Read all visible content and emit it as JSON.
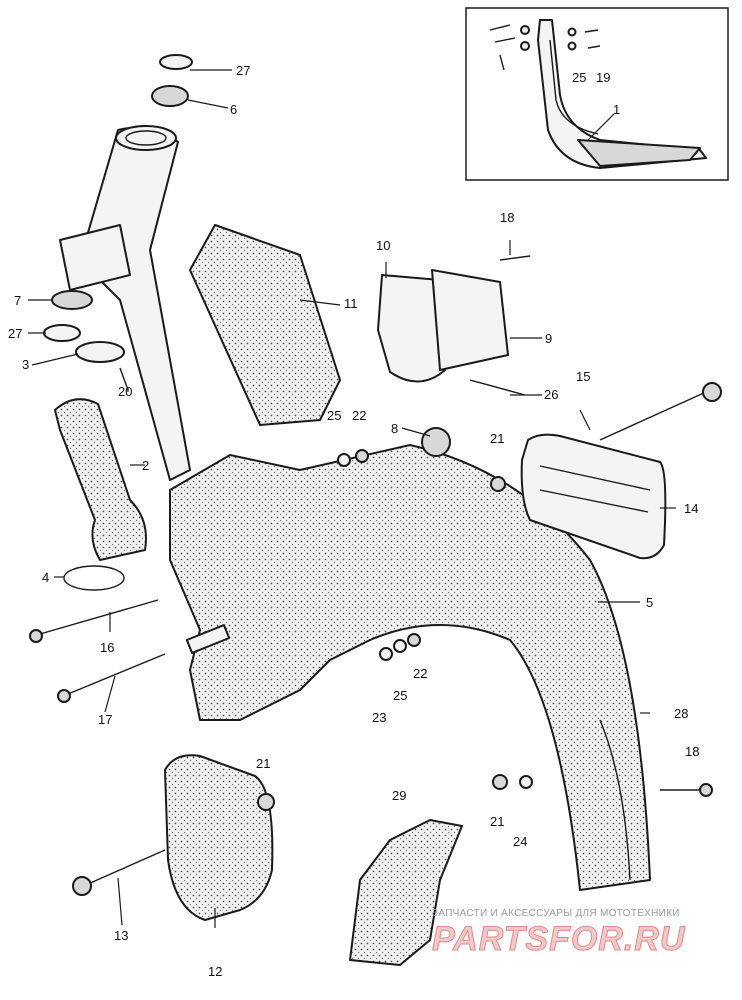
{
  "callouts": {
    "c1": "1",
    "c2": "2",
    "c3": "3",
    "c4": "4",
    "c5": "5",
    "c6": "6",
    "c7": "7",
    "c8": "8",
    "c9": "9",
    "c10": "10",
    "c11": "11",
    "c12": "12",
    "c13": "13",
    "c14": "14",
    "c15": "15",
    "c16": "16",
    "c17": "17",
    "c18a": "18",
    "c18b": "18",
    "c19": "19",
    "c20": "20",
    "c21a": "21",
    "c21b": "21",
    "c21c": "21",
    "c22a": "22",
    "c22b": "22",
    "c23": "23",
    "c24": "24",
    "c25a": "25",
    "c25b": "25",
    "c25c": "25",
    "c26": "26",
    "c27a": "27",
    "c27b": "27",
    "c28": "28",
    "c29": "29"
  },
  "watermark": {
    "tagline": "ЗАПЧАСТИ И АКСЕССУАРЫ ДЛЯ МОТОТЕХНИКИ",
    "logo": "PARTSFOR.RU"
  }
}
